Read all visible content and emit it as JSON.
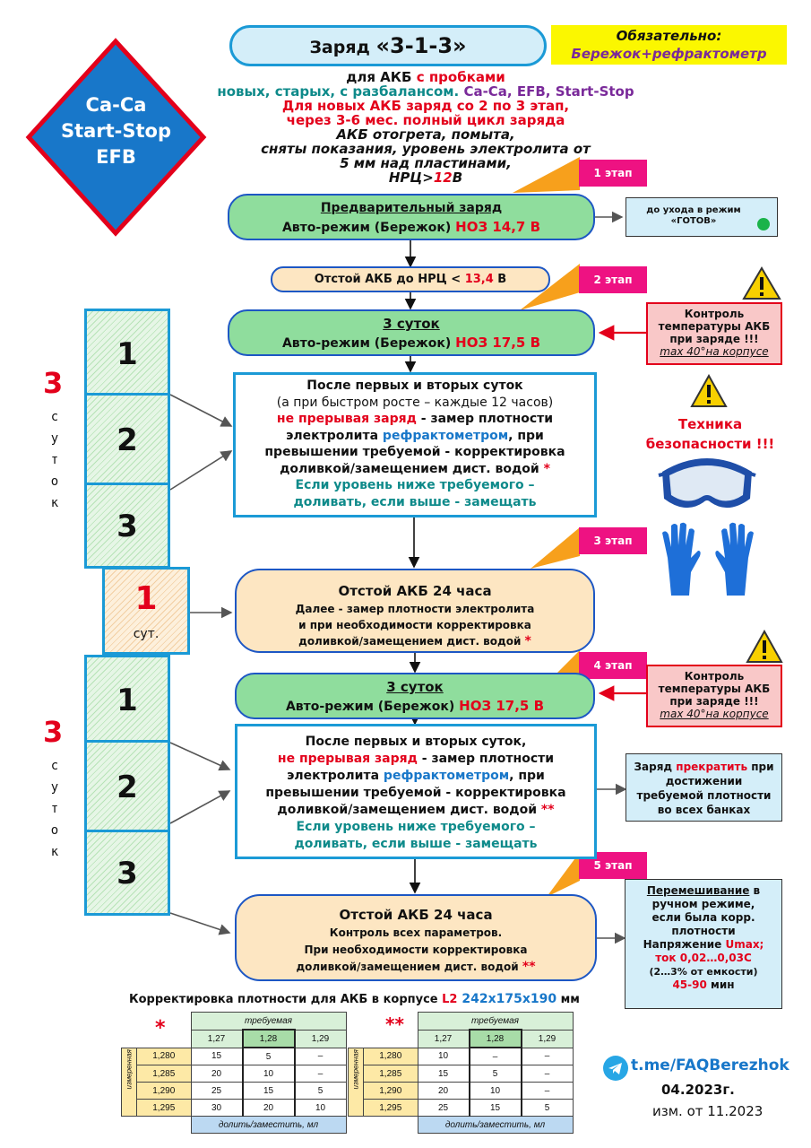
{
  "title": {
    "prefix": "Заряд ",
    "main": "«3-1-3»"
  },
  "mandatory": {
    "line1": "Обязательно:",
    "line2": "Бережок+рефрактометр"
  },
  "diamond": {
    "line1": "Ca-Ca",
    "line2": "Start-Stop",
    "line3": "EFB"
  },
  "intro": {
    "l1a": "для АКБ ",
    "l1b": "с пробками",
    "l2a": "новых, старых, с разбалансом. ",
    "l2b": "Ca-Ca, EFB, Start-Stop",
    "l3": "Для новых АКБ заряд со 2 по 3 этап,",
    "l4": "через 3-6 мес. полный цикл заряда",
    "l5": "АКБ отогрета, помыта,",
    "l6": "сняты показания, уровень электролита от",
    "l7": "5 мм над пластинами,",
    "l8a": "НРЦ>",
    "l8b": "12",
    "l8c": "В"
  },
  "stages": [
    "1 этап",
    "2 этап",
    "3 этап",
    "4 этап",
    "5 этап"
  ],
  "pre_charge": {
    "title": "Предварительный заряд",
    "mode": "Авто-режим (Бережок) ",
    "voltage": "НОЗ 14,7 В"
  },
  "ready_note": "до ухода в режим «ГОТОВ»",
  "settle1": {
    "text": "Отстой АКБ до НРЦ < ",
    "value": "13,4",
    "unit": " В"
  },
  "charge3a": {
    "title": "3 суток",
    "mode": "Авто-режим (Бережок) ",
    "voltage": "НОЗ 17,5 В"
  },
  "charge3b": {
    "title": "3 суток",
    "mode": "Авто-режим (Бережок) ",
    "voltage": "НОЗ 17,5 В"
  },
  "temp_control": {
    "l1": "Контроль",
    "l2": "температуры АКБ",
    "l3": "при заряде !!!",
    "l4": "max 40°на корпусе"
  },
  "safety": {
    "l1": "Техника",
    "l2": "безопасности !!!"
  },
  "days": {
    "big": "3",
    "word": "суток",
    "one": "1",
    "one_word": "сут.",
    "d1": "1",
    "d2": "2",
    "d3": "3"
  },
  "box1": {
    "l1": "После первых и вторых суток",
    "l2": "(а при быстром росте – каждые 12 часов)",
    "l3a": "не прерывая заряд",
    "l3b": " - замер плотности",
    "l4a": "электролита ",
    "l4b": "рефрактометром",
    "l4c": ", при",
    "l5": "превышении требуемой - корректировка",
    "l6a": "доливкой/замещением дист. водой ",
    "l6b": "*",
    "l7": "Если уровень ниже требуемого –",
    "l8": "доливать, если выше - замещать"
  },
  "settle24a": {
    "title": "Отстой АКБ 24 часа",
    "l1": "Далее - замер плотности электролита",
    "l2": "и при необходимости корректировка",
    "l3a": "доливкой/замещением дист. водой ",
    "l3b": "*"
  },
  "box2": {
    "l1": "После первых и вторых суток,",
    "l2a": "не прерывая заряд",
    "l2b": " - замер плотности",
    "l3a": "электролита ",
    "l3b": "рефрактометром",
    "l3c": ", при",
    "l4": "превышении требуемой - корректировка",
    "l5a": "доливкой/замещением дист. водой ",
    "l5b": "**",
    "l6": "Если уровень ниже требуемого –",
    "l7": "доливать, если выше - замещать"
  },
  "stop_note": {
    "l1a": "Заряд ",
    "l1b": "прекратить",
    "l1c": " при",
    "l2": "достижении",
    "l3": "требуемой плотности",
    "l4": "во всех банках"
  },
  "settle24b": {
    "title": "Отстой АКБ 24 часа",
    "l1": "Контроль всех параметров.",
    "l2": "При необходимости корректировка",
    "l3a": "доливкой/замещением дист. водой ",
    "l3b": "**"
  },
  "mix_note": {
    "l1a": "Перемешивание",
    "l1b": " в",
    "l2": "ручном режиме,",
    "l3": "если была корр.",
    "l4": "плотности",
    "l5a": "Напряжение ",
    "l5b": "Umax;",
    "l6": "ток 0,02…0,03С",
    "l7": "(2…3% от емкости)",
    "l8": "45-90",
    "l8b": " мин"
  },
  "table_caption": {
    "a": "Корректировка плотности для АКБ в корпусе ",
    "b": "L2",
    "c": " 242х175х190",
    "d": " мм"
  },
  "table1": {
    "mark": "*",
    "header": "требуемая",
    "cols": [
      "1,27",
      "1,28",
      "1,29"
    ],
    "side": "измеренная",
    "rows": [
      {
        "m": "1,280",
        "v": [
          "15",
          "5",
          "–"
        ]
      },
      {
        "m": "1,285",
        "v": [
          "20",
          "10",
          "–"
        ]
      },
      {
        "m": "1,290",
        "v": [
          "25",
          "15",
          "5"
        ]
      },
      {
        "m": "1,295",
        "v": [
          "30",
          "20",
          "10"
        ]
      }
    ],
    "footer": "долить/заместить, мл"
  },
  "table2": {
    "mark": "**",
    "header": "требуемая",
    "cols": [
      "1,27",
      "1,28",
      "1,29"
    ],
    "side": "измеренная",
    "rows": [
      {
        "m": "1,280",
        "v": [
          "10",
          "–",
          "–"
        ]
      },
      {
        "m": "1,285",
        "v": [
          "15",
          "5",
          "–"
        ]
      },
      {
        "m": "1,290",
        "v": [
          "20",
          "10",
          "–"
        ]
      },
      {
        "m": "1,295",
        "v": [
          "25",
          "15",
          "5"
        ]
      }
    ],
    "footer": "долить/заместить, мл"
  },
  "telegram": "t.me/FAQBerezhok",
  "date": "04.2023г.",
  "revision": "изм. от 11.2023",
  "colors": {
    "accent_blue": "#1b9ad6",
    "pill_green": "#8fdd9d",
    "magenta": "#ee1282",
    "orange": "#f7a01c",
    "red": "#e3001b",
    "diamond": "#1877c9"
  }
}
